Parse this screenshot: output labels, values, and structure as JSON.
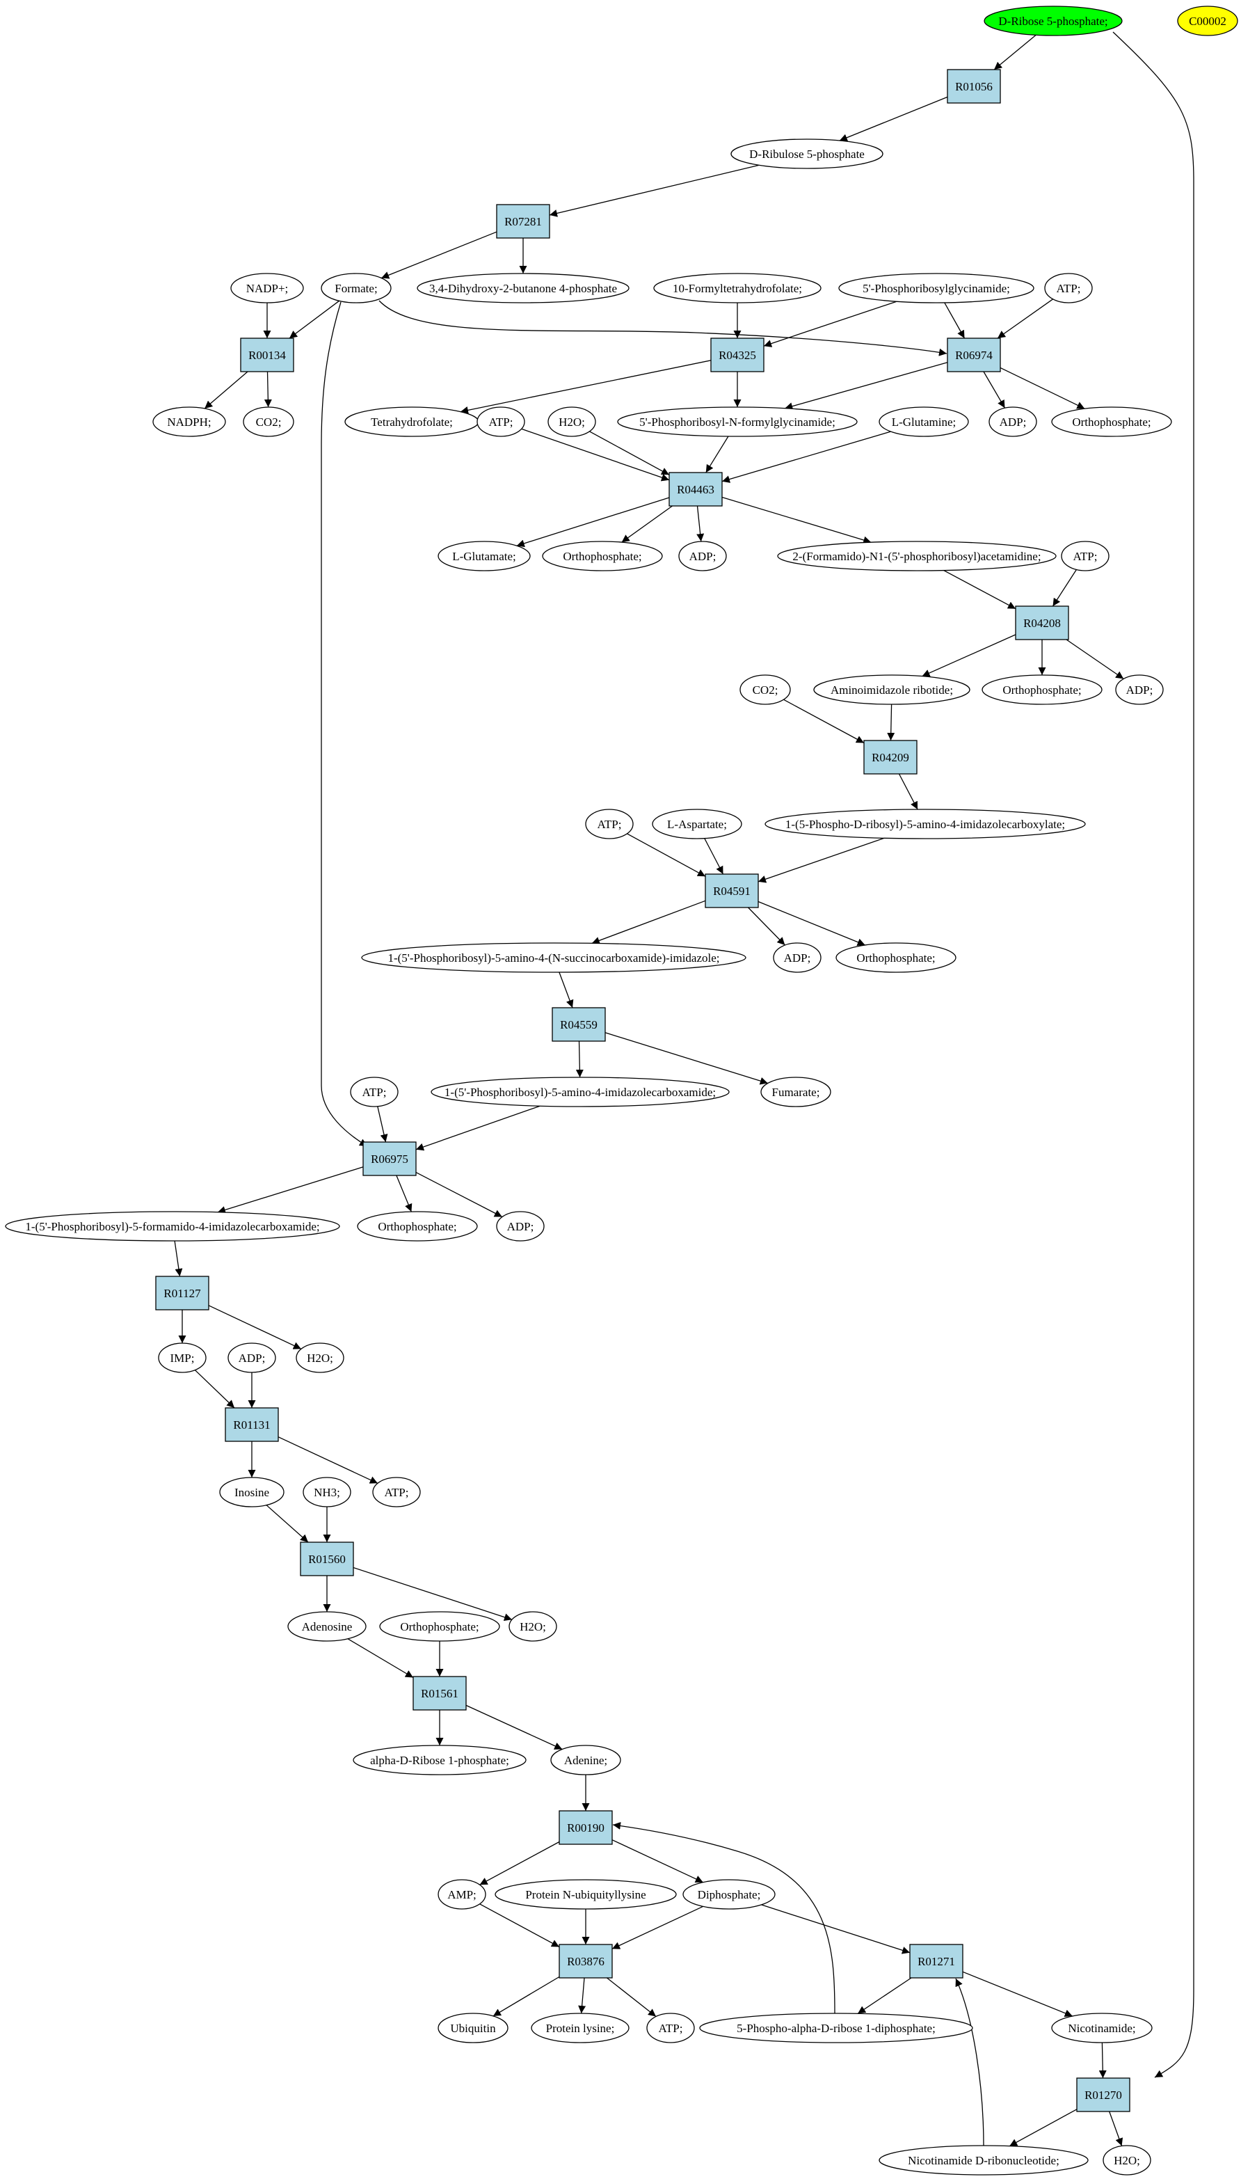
{
  "colors": {
    "reaction_fill": "#add8e6",
    "start_fill": "#00ff00",
    "orphan_fill": "#ffff00",
    "compound_fill": "#ffffff",
    "stroke": "#000000"
  },
  "nodes": [
    {
      "id": "d-ribose-5-phosphate",
      "label": "D-Ribose 5-phosphate;",
      "kind": "start"
    },
    {
      "id": "c00002",
      "label": "C00002",
      "kind": "orphan"
    },
    {
      "id": "r01056",
      "label": "R01056",
      "kind": "reaction"
    },
    {
      "id": "d-ribulose-5-phosphate",
      "label": "D-Ribulose 5-phosphate",
      "kind": "compound"
    },
    {
      "id": "r07281",
      "label": "R07281",
      "kind": "reaction"
    },
    {
      "id": "nadp",
      "label": "NADP+;",
      "kind": "compound"
    },
    {
      "id": "formate",
      "label": "Formate;",
      "kind": "compound"
    },
    {
      "id": "dihydroxy-butanone",
      "label": "3,4-Dihydroxy-2-butanone 4-phosphate",
      "kind": "compound"
    },
    {
      "id": "formyltetrahydrofolate",
      "label": "10-Formyltetrahydrofolate;",
      "kind": "compound"
    },
    {
      "id": "phosphoribosylglycinamide",
      "label": "5'-Phosphoribosylglycinamide;",
      "kind": "compound"
    },
    {
      "id": "atp-1",
      "label": "ATP;",
      "kind": "compound"
    },
    {
      "id": "r00134",
      "label": "R00134",
      "kind": "reaction"
    },
    {
      "id": "r04325",
      "label": "R04325",
      "kind": "reaction"
    },
    {
      "id": "r06974",
      "label": "R06974",
      "kind": "reaction"
    },
    {
      "id": "nadph",
      "label": "NADPH;",
      "kind": "compound"
    },
    {
      "id": "co2-1",
      "label": "CO2;",
      "kind": "compound"
    },
    {
      "id": "tetrahydrofolate",
      "label": "Tetrahydrofolate;",
      "kind": "compound"
    },
    {
      "id": "atp-2",
      "label": "ATP;",
      "kind": "compound"
    },
    {
      "id": "h2o-1",
      "label": "H2O;",
      "kind": "compound"
    },
    {
      "id": "fgar",
      "label": "5'-Phosphoribosyl-N-formylglycinamide;",
      "kind": "compound"
    },
    {
      "id": "l-glutamine",
      "label": "L-Glutamine;",
      "kind": "compound"
    },
    {
      "id": "adp-1",
      "label": "ADP;",
      "kind": "compound"
    },
    {
      "id": "orthophosphate-1",
      "label": "Orthophosphate;",
      "kind": "compound"
    },
    {
      "id": "r04463",
      "label": "R04463",
      "kind": "reaction"
    },
    {
      "id": "l-glutamate",
      "label": "L-Glutamate;",
      "kind": "compound"
    },
    {
      "id": "orthophosphate-2",
      "label": "Orthophosphate;",
      "kind": "compound"
    },
    {
      "id": "adp-2",
      "label": "ADP;",
      "kind": "compound"
    },
    {
      "id": "fgam",
      "label": "2-(Formamido)-N1-(5'-phosphoribosyl)acetamidine;",
      "kind": "compound"
    },
    {
      "id": "atp-3",
      "label": "ATP;",
      "kind": "compound"
    },
    {
      "id": "r04208",
      "label": "R04208",
      "kind": "reaction"
    },
    {
      "id": "co2-2",
      "label": "CO2;",
      "kind": "compound"
    },
    {
      "id": "air",
      "label": "Aminoimidazole ribotide;",
      "kind": "compound"
    },
    {
      "id": "orthophosphate-3",
      "label": "Orthophosphate;",
      "kind": "compound"
    },
    {
      "id": "adp-3",
      "label": "ADP;",
      "kind": "compound"
    },
    {
      "id": "r04209",
      "label": "R04209",
      "kind": "reaction"
    },
    {
      "id": "atp-4",
      "label": "ATP;",
      "kind": "compound"
    },
    {
      "id": "l-aspartate",
      "label": "L-Aspartate;",
      "kind": "compound"
    },
    {
      "id": "cair",
      "label": "1-(5-Phospho-D-ribosyl)-5-amino-4-imidazolecarboxylate;",
      "kind": "compound"
    },
    {
      "id": "r04591",
      "label": "R04591",
      "kind": "reaction"
    },
    {
      "id": "saicar",
      "label": "1-(5'-Phosphoribosyl)-5-amino-4-(N-succinocarboxamide)-imidazole;",
      "kind": "compound"
    },
    {
      "id": "adp-4",
      "label": "ADP;",
      "kind": "compound"
    },
    {
      "id": "orthophosphate-4",
      "label": "Orthophosphate;",
      "kind": "compound"
    },
    {
      "id": "r04559",
      "label": "R04559",
      "kind": "reaction"
    },
    {
      "id": "atp-5",
      "label": "ATP;",
      "kind": "compound"
    },
    {
      "id": "aicar",
      "label": "1-(5'-Phosphoribosyl)-5-amino-4-imidazolecarboxamide;",
      "kind": "compound"
    },
    {
      "id": "fumarate",
      "label": "Fumarate;",
      "kind": "compound"
    },
    {
      "id": "r06975",
      "label": "R06975",
      "kind": "reaction"
    },
    {
      "id": "faicar",
      "label": "1-(5'-Phosphoribosyl)-5-formamido-4-imidazolecarboxamide;",
      "kind": "compound"
    },
    {
      "id": "orthophosphate-5",
      "label": "Orthophosphate;",
      "kind": "compound"
    },
    {
      "id": "adp-5",
      "label": "ADP;",
      "kind": "compound"
    },
    {
      "id": "r01127",
      "label": "R01127",
      "kind": "reaction"
    },
    {
      "id": "imp",
      "label": "IMP;",
      "kind": "compound"
    },
    {
      "id": "adp-6",
      "label": "ADP;",
      "kind": "compound"
    },
    {
      "id": "h2o-2",
      "label": "H2O;",
      "kind": "compound"
    },
    {
      "id": "r01131",
      "label": "R01131",
      "kind": "reaction"
    },
    {
      "id": "inosine",
      "label": "Inosine",
      "kind": "compound"
    },
    {
      "id": "nh3",
      "label": "NH3;",
      "kind": "compound"
    },
    {
      "id": "atp-6",
      "label": "ATP;",
      "kind": "compound"
    },
    {
      "id": "r01560",
      "label": "R01560",
      "kind": "reaction"
    },
    {
      "id": "adenosine",
      "label": "Adenosine",
      "kind": "compound"
    },
    {
      "id": "orthophosphate-6",
      "label": "Orthophosphate;",
      "kind": "compound"
    },
    {
      "id": "h2o-3",
      "label": "H2O;",
      "kind": "compound"
    },
    {
      "id": "r01561",
      "label": "R01561",
      "kind": "reaction"
    },
    {
      "id": "alpha-d-ribose-1-phosphate",
      "label": "alpha-D-Ribose 1-phosphate;",
      "kind": "compound"
    },
    {
      "id": "adenine",
      "label": "Adenine;",
      "kind": "compound"
    },
    {
      "id": "r00190",
      "label": "R00190",
      "kind": "reaction"
    },
    {
      "id": "amp",
      "label": "AMP;",
      "kind": "compound"
    },
    {
      "id": "protein-n-ubiquityllysine",
      "label": "Protein N-ubiquityllysine",
      "kind": "compound"
    },
    {
      "id": "diphosphate",
      "label": "Diphosphate;",
      "kind": "compound"
    },
    {
      "id": "r03876",
      "label": "R03876",
      "kind": "reaction"
    },
    {
      "id": "r01271",
      "label": "R01271",
      "kind": "reaction"
    },
    {
      "id": "ubiquitin",
      "label": "Ubiquitin",
      "kind": "compound"
    },
    {
      "id": "protein-lysine",
      "label": "Protein lysine;",
      "kind": "compound"
    },
    {
      "id": "atp-7",
      "label": "ATP;",
      "kind": "compound"
    },
    {
      "id": "prpp",
      "label": "5-Phospho-alpha-D-ribose 1-diphosphate;",
      "kind": "compound"
    },
    {
      "id": "nicotinamide",
      "label": "Nicotinamide;",
      "kind": "compound"
    },
    {
      "id": "r01270",
      "label": "R01270",
      "kind": "reaction"
    },
    {
      "id": "nicotinamide-d-ribonucleotide",
      "label": "Nicotinamide D-ribonucleotide;",
      "kind": "compound"
    },
    {
      "id": "h2o-4",
      "label": "H2O;",
      "kind": "compound"
    }
  ],
  "edges": [
    [
      "d-ribose-5-phosphate",
      "r01056"
    ],
    [
      "d-ribose-5-phosphate",
      "r01270"
    ],
    [
      "r01056",
      "d-ribulose-5-phosphate"
    ],
    [
      "d-ribulose-5-phosphate",
      "r07281"
    ],
    [
      "r07281",
      "formate"
    ],
    [
      "r07281",
      "dihydroxy-butanone"
    ],
    [
      "nadp",
      "r00134"
    ],
    [
      "formate",
      "r00134"
    ],
    [
      "formate",
      "r06974"
    ],
    [
      "formate",
      "r06975"
    ],
    [
      "r00134",
      "nadph"
    ],
    [
      "r00134",
      "co2-1"
    ],
    [
      "formyltetrahydrofolate",
      "r04325"
    ],
    [
      "phosphoribosylglycinamide",
      "r04325"
    ],
    [
      "phosphoribosylglycinamide",
      "r06974"
    ],
    [
      "atp-1",
      "r06974"
    ],
    [
      "r04325",
      "tetrahydrofolate"
    ],
    [
      "r04325",
      "fgar"
    ],
    [
      "r06974",
      "fgar"
    ],
    [
      "r06974",
      "adp-1"
    ],
    [
      "r06974",
      "orthophosphate-1"
    ],
    [
      "atp-2",
      "r04463"
    ],
    [
      "h2o-1",
      "r04463"
    ],
    [
      "fgar",
      "r04463"
    ],
    [
      "l-glutamine",
      "r04463"
    ],
    [
      "r04463",
      "l-glutamate"
    ],
    [
      "r04463",
      "orthophosphate-2"
    ],
    [
      "r04463",
      "adp-2"
    ],
    [
      "r04463",
      "fgam"
    ],
    [
      "fgam",
      "r04208"
    ],
    [
      "atp-3",
      "r04208"
    ],
    [
      "r04208",
      "air"
    ],
    [
      "r04208",
      "orthophosphate-3"
    ],
    [
      "r04208",
      "adp-3"
    ],
    [
      "co2-2",
      "r04209"
    ],
    [
      "air",
      "r04209"
    ],
    [
      "r04209",
      "cair"
    ],
    [
      "atp-4",
      "r04591"
    ],
    [
      "l-aspartate",
      "r04591"
    ],
    [
      "cair",
      "r04591"
    ],
    [
      "r04591",
      "saicar"
    ],
    [
      "r04591",
      "adp-4"
    ],
    [
      "r04591",
      "orthophosphate-4"
    ],
    [
      "saicar",
      "r04559"
    ],
    [
      "r04559",
      "aicar"
    ],
    [
      "r04559",
      "fumarate"
    ],
    [
      "atp-5",
      "r06975"
    ],
    [
      "aicar",
      "r06975"
    ],
    [
      "r06975",
      "faicar"
    ],
    [
      "r06975",
      "orthophosphate-5"
    ],
    [
      "r06975",
      "adp-5"
    ],
    [
      "faicar",
      "r01127"
    ],
    [
      "r01127",
      "imp"
    ],
    [
      "r01127",
      "h2o-2"
    ],
    [
      "imp",
      "r01131"
    ],
    [
      "adp-6",
      "r01131"
    ],
    [
      "r01131",
      "inosine"
    ],
    [
      "r01131",
      "atp-6"
    ],
    [
      "inosine",
      "r01560"
    ],
    [
      "nh3",
      "r01560"
    ],
    [
      "r01560",
      "adenosine"
    ],
    [
      "r01560",
      "h2o-3"
    ],
    [
      "adenosine",
      "r01561"
    ],
    [
      "orthophosphate-6",
      "r01561"
    ],
    [
      "r01561",
      "alpha-d-ribose-1-phosphate"
    ],
    [
      "r01561",
      "adenine"
    ],
    [
      "adenine",
      "r00190"
    ],
    [
      "prpp",
      "r00190"
    ],
    [
      "r00190",
      "amp"
    ],
    [
      "r00190",
      "diphosphate"
    ],
    [
      "amp",
      "r03876"
    ],
    [
      "protein-n-ubiquityllysine",
      "r03876"
    ],
    [
      "diphosphate",
      "r03876"
    ],
    [
      "diphosphate",
      "r01271"
    ],
    [
      "nicotinamide-d-ribonucleotide",
      "r01271"
    ],
    [
      "r03876",
      "ubiquitin"
    ],
    [
      "r03876",
      "protein-lysine"
    ],
    [
      "r03876",
      "atp-7"
    ],
    [
      "r01271",
      "prpp"
    ],
    [
      "r01271",
      "nicotinamide"
    ],
    [
      "nicotinamide",
      "r01270"
    ],
    [
      "r01270",
      "nicotinamide-d-ribonucleotide"
    ],
    [
      "r01270",
      "h2o-4"
    ]
  ]
}
